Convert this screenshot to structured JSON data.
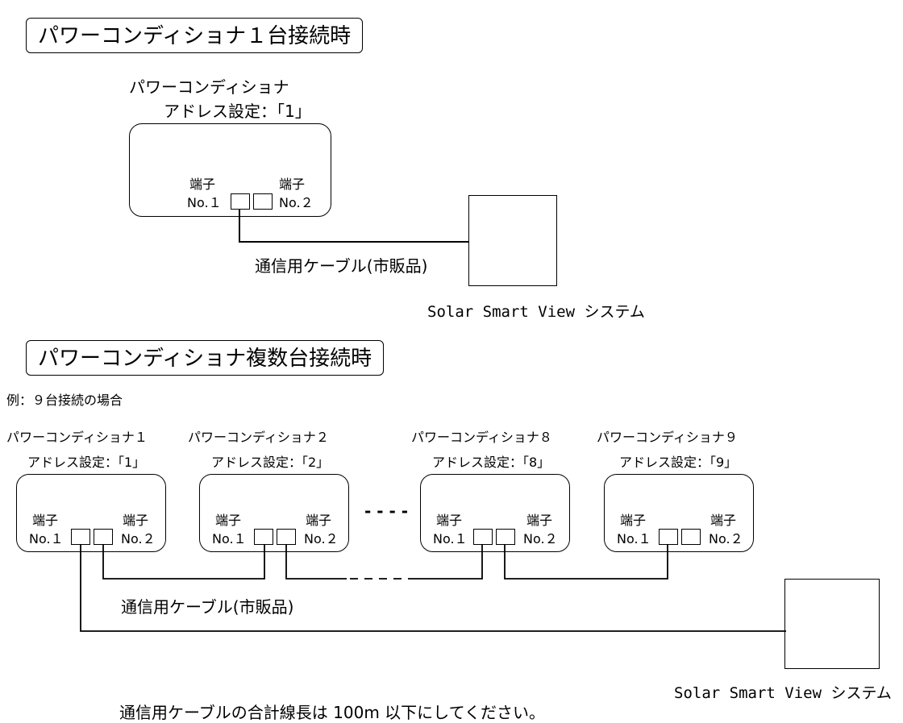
{
  "section1": {
    "heading": "パワーコンディショナ１台接続時",
    "pcs_name": "パワーコンディショナ",
    "address": "アドレス設定：｢1｣",
    "terminal_left": "端子",
    "terminal_left_no": "No.１",
    "terminal_right": "端子",
    "terminal_right_no": "No.２",
    "cable": "通信用ケーブル(市販品)",
    "system": "Solar Smart View システム"
  },
  "section2": {
    "heading": "パワーコンディショナ複数台接続時",
    "example": "例：９台接続の場合",
    "units": [
      {
        "name": "パワーコンディショナ１",
        "address": "アドレス設定：｢1｣"
      },
      {
        "name": "パワーコンディショナ２",
        "address": "アドレス設定：｢2｣"
      },
      {
        "name": "パワーコンディショナ８",
        "address": "アドレス設定：｢8｣"
      },
      {
        "name": "パワーコンディショナ９",
        "address": "アドレス設定：｢9｣"
      }
    ],
    "terminal": "端子",
    "no1": "No.１",
    "no2": "No.２",
    "ellipsis": "- - - -",
    "cable": "通信用ケーブル(市販品)",
    "system": "Solar Smart View システム"
  },
  "footer_note": "通信用ケーブルの合計線長は 100m 以下にしてください。"
}
